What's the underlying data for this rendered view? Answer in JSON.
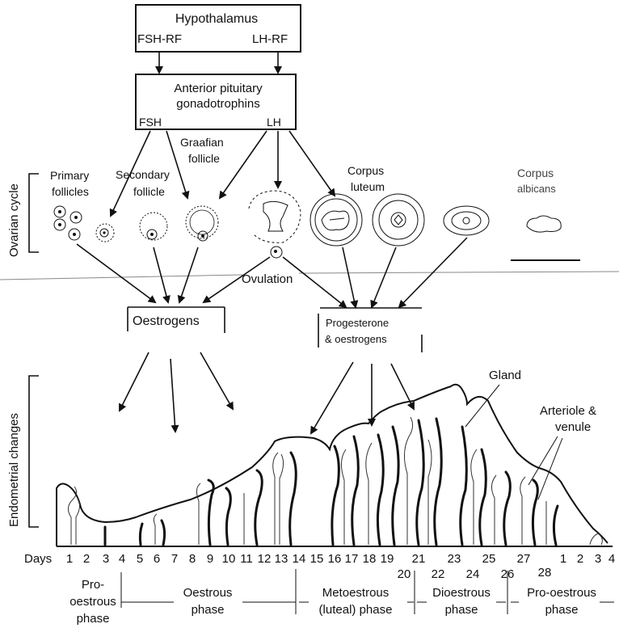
{
  "hypothalamus": {
    "title": "Hypothalamus",
    "left_factor": "FSH-RF",
    "right_factor": "LH-RF"
  },
  "pituitary": {
    "line1": "Anterior pituitary",
    "line2": "gonadotrophins",
    "fsh": "FSH",
    "lh": "LH"
  },
  "ovarian_cycle_label": "Ovarian cycle",
  "ovary_labels": {
    "primary": [
      "Primary",
      "follicles"
    ],
    "secondary": [
      "Secondary",
      "follicle"
    ],
    "graafian": [
      "Graafian",
      "follicle"
    ],
    "corpus_luteum": [
      "Corpus",
      "luteum"
    ],
    "corpus_albicans": [
      "Corpus",
      "albicans"
    ],
    "ovulation": "Ovulation"
  },
  "hormones": {
    "oestrogens": "Oestrogens",
    "progesterone": "Progesterone",
    "and_oestrogens": "&    oestrogens"
  },
  "endometrium": {
    "label": "Endometrial changes",
    "gland": "Gland",
    "arteriole_1": "Arteriole &",
    "arteriole_2": "venule"
  },
  "days": {
    "label": "Days",
    "ticks": [
      "1",
      "2",
      "3",
      "4",
      "5",
      "6",
      "7",
      "8",
      "9",
      "10",
      "11",
      "12",
      "13",
      "14",
      "15",
      "16",
      "17",
      "18",
      "19",
      "20",
      "21",
      "22",
      "23",
      "24",
      "25",
      "26",
      "27",
      "28",
      "1",
      "2",
      "3",
      "4"
    ]
  },
  "phases": [
    {
      "lines": [
        "Pro-",
        "oestrous",
        "phase"
      ]
    },
    {
      "lines": [
        "Oestrous",
        "phase"
      ]
    },
    {
      "lines": [
        "Metoestrous",
        "(luteal) phase"
      ]
    },
    {
      "lines": [
        "Dioestrous",
        "phase"
      ]
    },
    {
      "lines": [
        "Pro-oestrous",
        "phase"
      ]
    }
  ]
}
